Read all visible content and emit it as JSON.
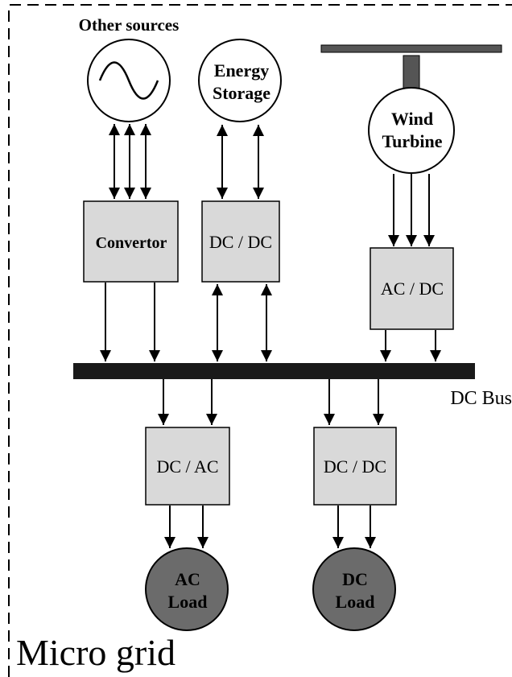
{
  "diagram": {
    "title_label": "Micro grid",
    "other_sources": {
      "label": "Other sources"
    },
    "energy_storage": {
      "line1": "Energy",
      "line2": "Storage"
    },
    "wind_turbine": {
      "line1": "Wind",
      "line2": "Turbine"
    },
    "convertor": {
      "label": "Convertor"
    },
    "dcdc_storage": {
      "label": "DC / DC"
    },
    "acdc_wind": {
      "label": "AC / DC"
    },
    "dc_bus": {
      "label": "DC Bus"
    },
    "dcac_load": {
      "label": "DC / AC"
    },
    "dcdc_load": {
      "label": "DC / DC"
    },
    "ac_load": {
      "line1": "AC",
      "line2": "Load"
    },
    "dc_load": {
      "line1": "DC",
      "line2": "Load"
    },
    "colors": {
      "box_fill": "#d9d9d9",
      "bus_fill": "#1a1a1a",
      "load_fill": "#6b6b6b",
      "turbine_fill": "#555555",
      "line": "#000000"
    }
  }
}
